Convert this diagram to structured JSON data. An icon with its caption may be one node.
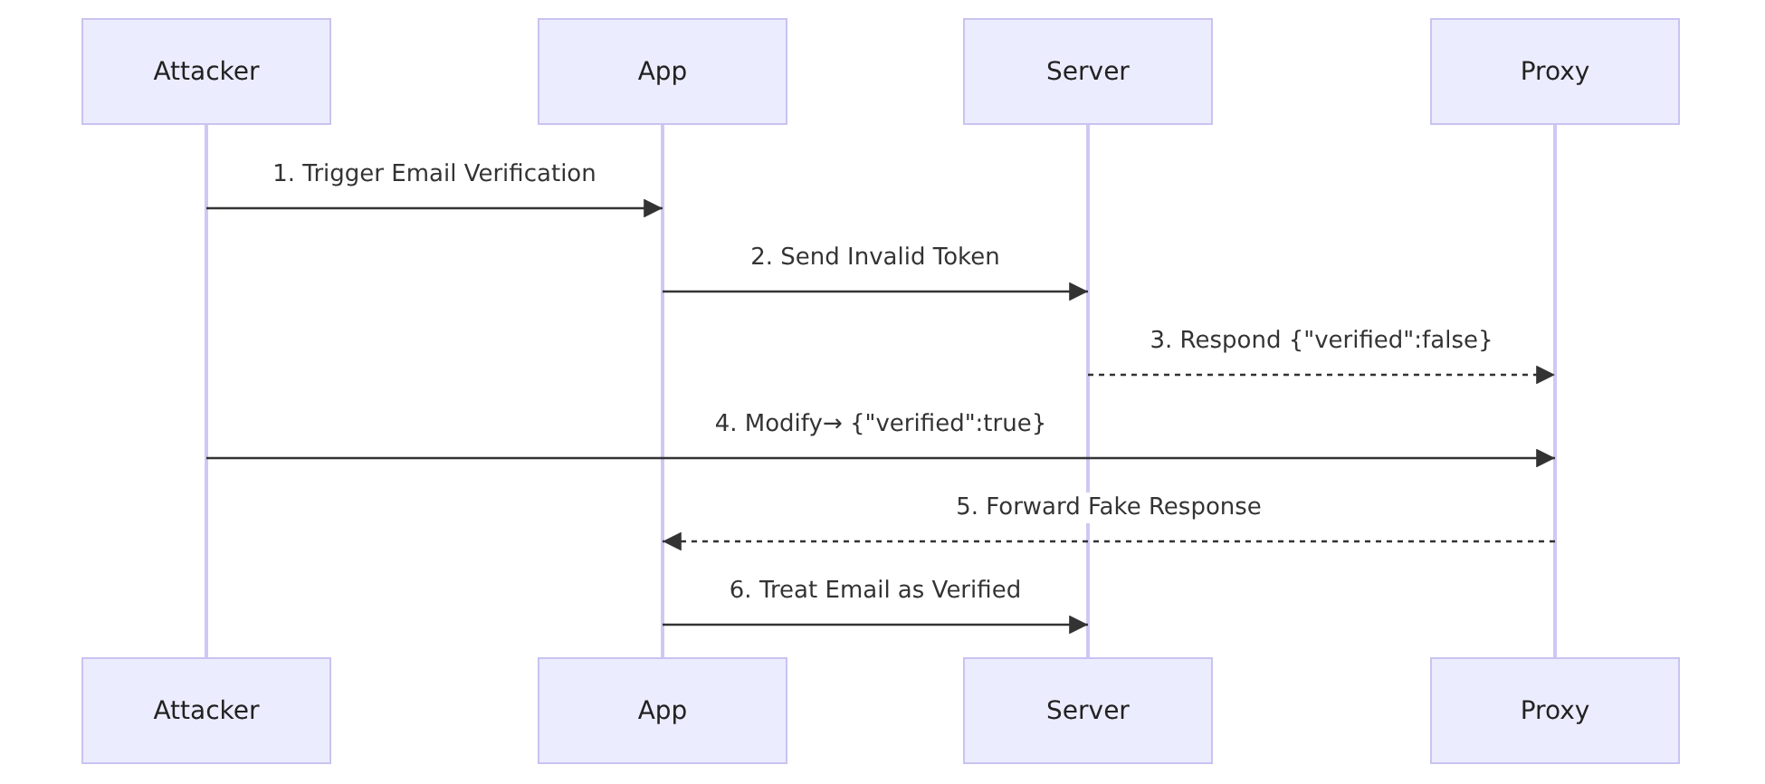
{
  "diagram": {
    "nodes": [
      {
        "text": [
          "Attacker"
        ]
      },
      {
        "text": [
          "App"
        ]
      },
      {
        "text": [
          "Server"
        ]
      },
      {
        "text": [
          "Proxy"
        ]
      },
      {
        "text": [],
        "shape": "bar"
      },
      {
        "text": [],
        "shape": "bar"
      },
      {
        "text": [],
        "shape": "bar"
      },
      {
        "text": [],
        "shape": "bar"
      },
      {
        "text": [
          "Attacker"
        ]
      },
      {
        "text": [
          "App"
        ]
      },
      {
        "text": [
          "Server"
        ]
      },
      {
        "text": [
          "Proxy"
        ]
      }
    ],
    "edges": [
      {
        "from": 4,
        "to": 5,
        "arrow": "to",
        "label": "1. Trigger Email Verification"
      },
      {
        "from": 5,
        "to": 6,
        "arrow": "to",
        "label": "2. Send Invalid Token"
      },
      {
        "from": 6,
        "to": 7,
        "arrow": "to",
        "label": "3. Respond {\"verified\":false}",
        "style": "dashed"
      },
      {
        "from": 4,
        "to": 7,
        "arrow": "to",
        "label": "4. Modify→ {\"verified\":true}"
      },
      {
        "from": 7,
        "to": 5,
        "arrow": "to",
        "label": "5. Forward Fake Response",
        "style": "dashed"
      },
      {
        "from": 5,
        "to": 6,
        "arrow": "to",
        "label": "6. Treat Email as Verified"
      }
    ]
  }
}
